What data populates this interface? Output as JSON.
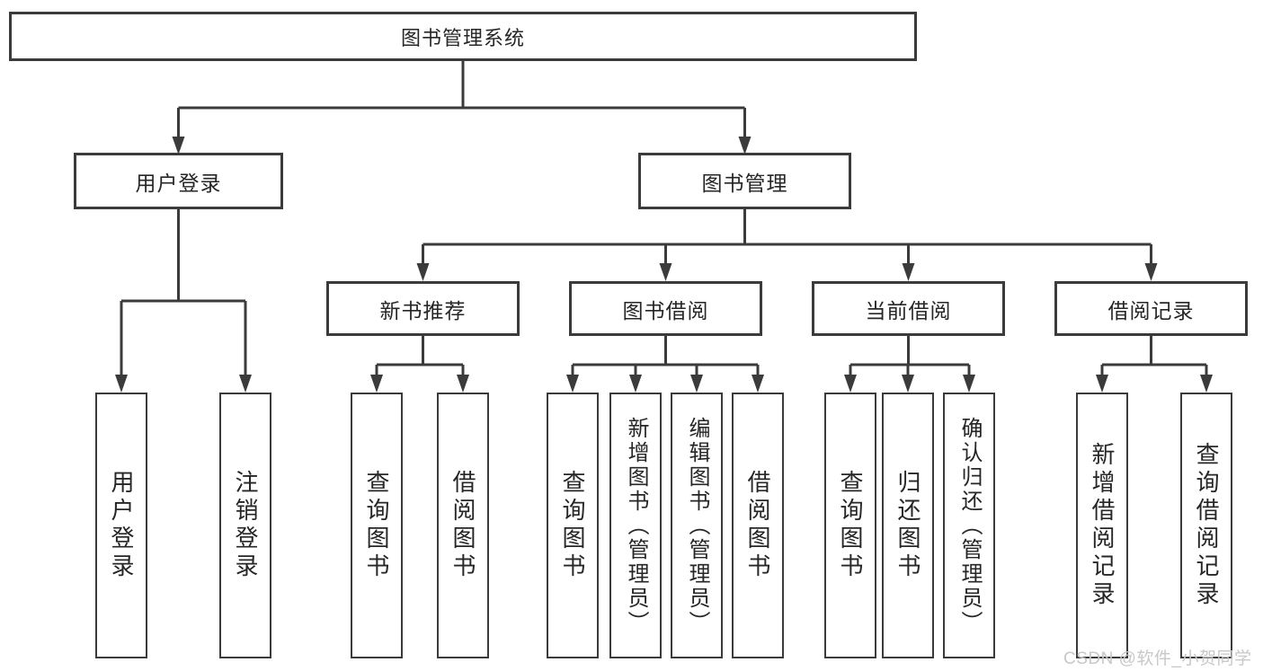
{
  "diagram": {
    "type": "tree-flowchart",
    "root": {
      "label": "图书管理系统"
    },
    "level2": [
      {
        "label": "用户登录",
        "leaves": [
          {
            "label": "用户登录"
          },
          {
            "label": "注销登录"
          }
        ]
      },
      {
        "label": "图书管理",
        "children": [
          {
            "label": "新书推荐",
            "leaves": [
              {
                "label": "查询图书"
              },
              {
                "label": "借阅图书"
              }
            ]
          },
          {
            "label": "图书借阅",
            "leaves": [
              {
                "label": "查询图书"
              },
              {
                "label": "新增图书（管理员）"
              },
              {
                "label": "编辑图书（管理员）"
              },
              {
                "label": "借阅图书"
              }
            ]
          },
          {
            "label": "当前借阅",
            "leaves": [
              {
                "label": "查询图书"
              },
              {
                "label": "归还图书"
              },
              {
                "label": "确认归还（管理员）"
              }
            ]
          },
          {
            "label": "借阅记录",
            "leaves": [
              {
                "label": "新增借阅记录"
              },
              {
                "label": "查询借阅记录"
              }
            ]
          }
        ]
      }
    ]
  },
  "watermark": {
    "text": "CSDN @软件_小贺同学"
  },
  "colors": {
    "line": "#3b3b3b",
    "box_border": "#3b3b3b",
    "text": "#262626",
    "watermark": "#c8c8c8",
    "background": "#ffffff"
  }
}
